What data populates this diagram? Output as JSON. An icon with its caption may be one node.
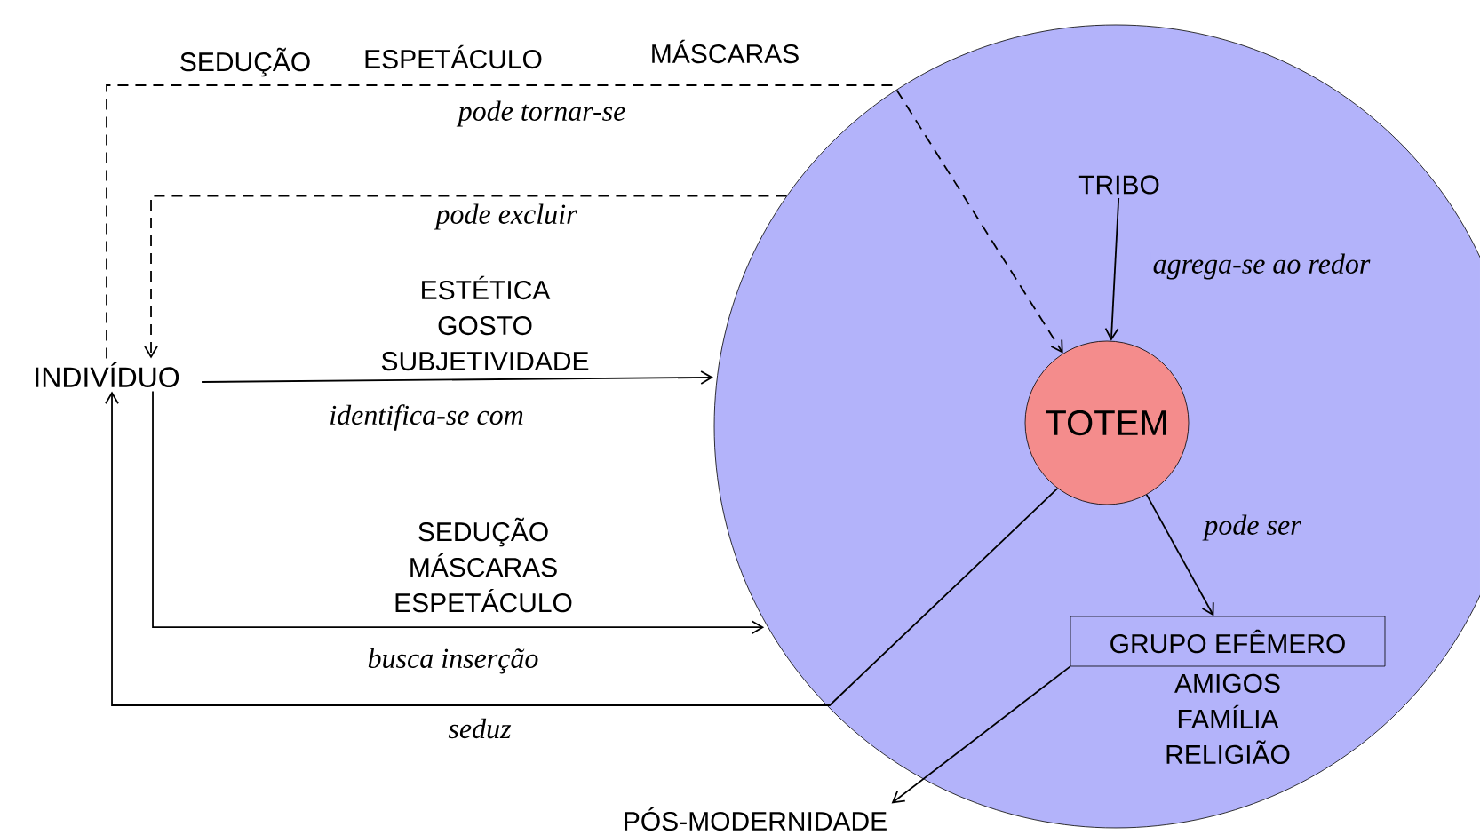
{
  "diagram": {
    "nodes": [
      {
        "text": [
          "INDIVÍDUO"
        ]
      },
      {
        "text": [],
        "shape": "circle"
      },
      {
        "text": [
          "TRIBO"
        ],
        "in": 1
      },
      {
        "text": [
          "TOTEM"
        ],
        "in": 1
      },
      {
        "text": [
          "GRUPO EFÊMERO"
        ],
        "in": 1,
        "beside": [
          "AMIGOS FAMÍLIA RELIGIÃO"
        ]
      },
      {
        "text": [
          "PÓS-MODERNIDADE"
        ]
      }
    ],
    "edges": [
      {
        "from": 0,
        "to": 3,
        "arrow": "to",
        "label": "pode tornar-se",
        "style": "dashed"
      },
      {
        "from": 1,
        "to": 0,
        "arrow": "to",
        "label": "pode excluir",
        "style": "dashed"
      },
      {
        "from": 0,
        "to": 1,
        "arrow": "to",
        "label": "identifica-se com"
      },
      {
        "from": 0,
        "to": 1,
        "arrow": "to",
        "label": "busca inserção"
      },
      {
        "from": 3,
        "to": 0,
        "arrow": "to",
        "label": "seduz"
      },
      {
        "from": 2,
        "to": 3,
        "arrow": "to",
        "label": "agrega-se ao redor"
      },
      {
        "from": 3,
        "to": 4,
        "arrow": "to",
        "label": "pode ser"
      },
      {
        "from": 4,
        "to": 5,
        "arrow": "to"
      }
    ],
    "labels": [
      "SEDUÇÃO",
      "ESPETÁCULO",
      "MÁSCARAS",
      "ESTÉTICA GOSTO SUBJETIVIDADE",
      "SEDUÇÃO MÁSCARAS ESPETÁCULO"
    ]
  }
}
